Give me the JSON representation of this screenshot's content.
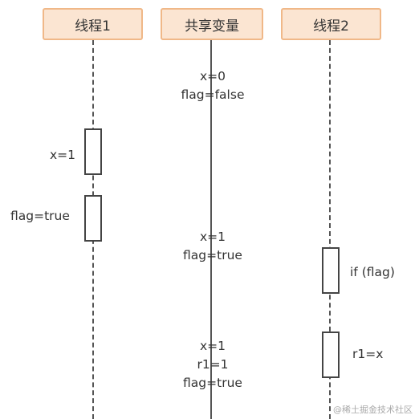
{
  "lanes": {
    "thread1": "线程1",
    "shared": "共享变量",
    "thread2": "线程2"
  },
  "thread1_steps": [
    "x=1",
    "flag=true"
  ],
  "thread2_steps": [
    "if (flag)",
    "r1=x"
  ],
  "shared_states": [
    [
      "x=0",
      "flag=false"
    ],
    [
      "x=1",
      "flag=true"
    ],
    [
      "x=1",
      "r1=1",
      "flag=true"
    ]
  ],
  "watermark": "@稀土掘金技术社区"
}
